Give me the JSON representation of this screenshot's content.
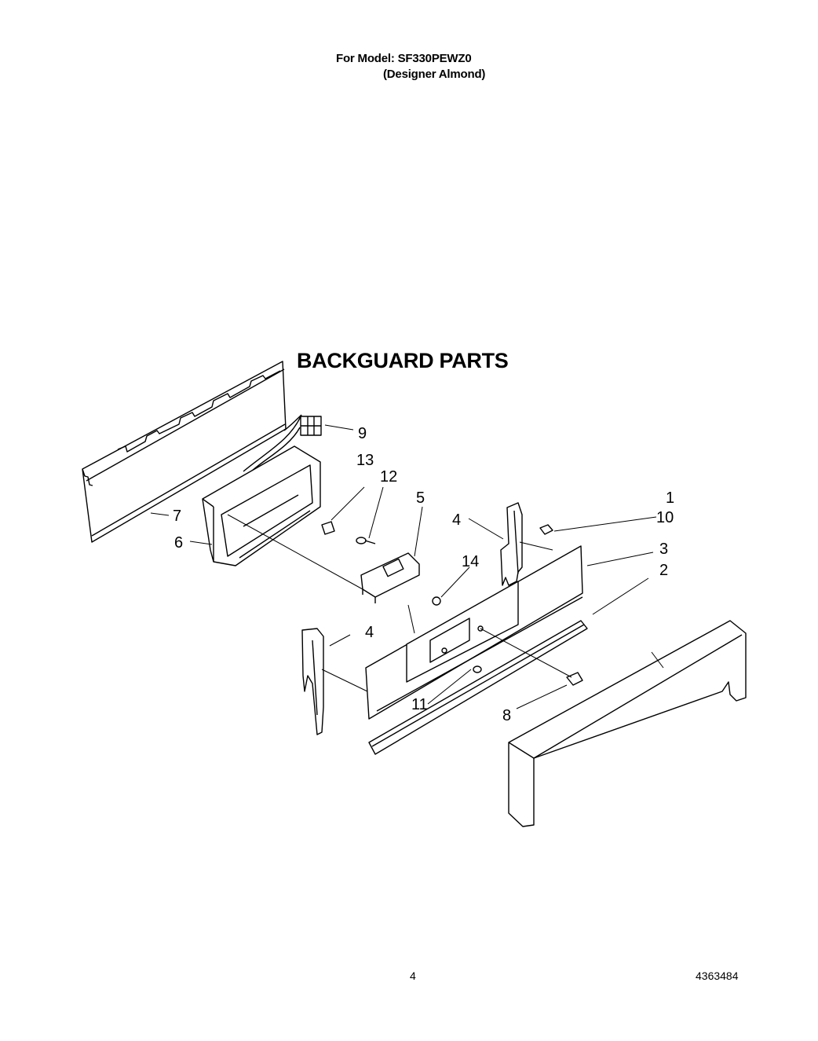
{
  "header": {
    "model_line": "For Model: SF330PEWZ0",
    "color_line": "(Designer Almond)"
  },
  "title": "BACKGUARD PARTS",
  "callouts": {
    "p1": "1",
    "p2": "2",
    "p3": "3",
    "p4a": "4",
    "p4b": "4",
    "p5": "5",
    "p6": "6",
    "p7": "7",
    "p8": "8",
    "p9": "9",
    "p10": "10",
    "p11": "11",
    "p12": "12",
    "p13": "13",
    "p14": "14"
  },
  "footer": {
    "page_number": "4",
    "document_number": "4363484"
  }
}
